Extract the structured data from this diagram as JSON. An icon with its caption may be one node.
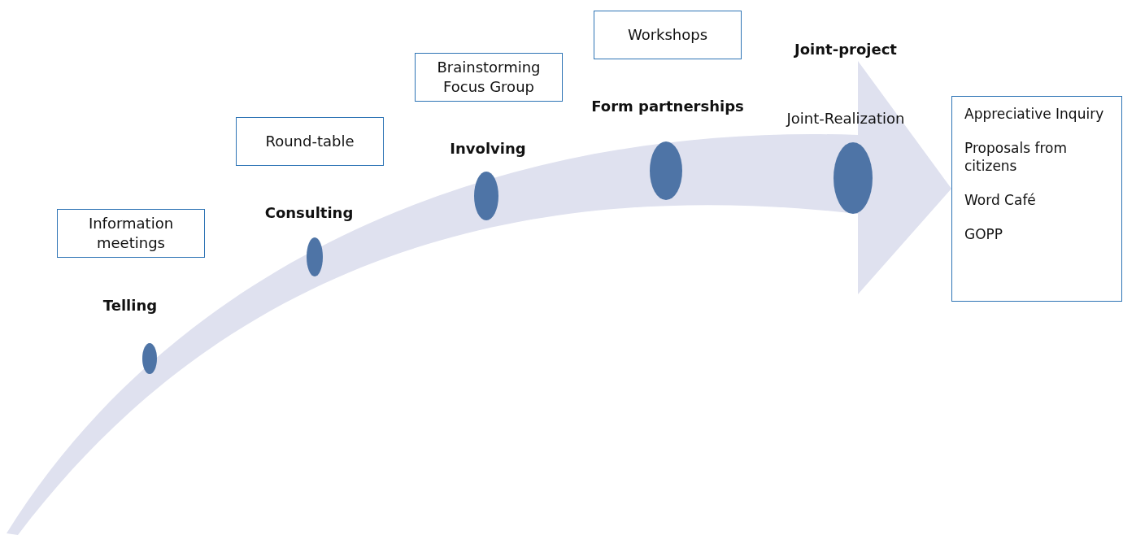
{
  "diagram": {
    "nodes": [
      {
        "text": [
          "Information meetings"
        ]
      },
      {
        "text": [
          "Round-table"
        ]
      },
      {
        "text": [
          "Brainstorming Focus Group"
        ]
      },
      {
        "text": [
          "Workshops"
        ]
      },
      {
        "text": [
          "Appreciative Inquiry",
          "Proposals from citizens",
          "Word Café",
          "GOPP"
        ]
      },
      {
        "text": [],
        "shape": "circle"
      },
      {
        "text": [],
        "shape": "circle"
      },
      {
        "text": [],
        "shape": "circle"
      },
      {
        "text": [],
        "shape": "circle"
      },
      {
        "text": [],
        "shape": "circle"
      }
    ],
    "edges": [],
    "labels": [
      "Joint-project",
      "Form partnerships",
      "Joint-Realization",
      "Involving",
      "Consulting",
      "Telling"
    ]
  }
}
